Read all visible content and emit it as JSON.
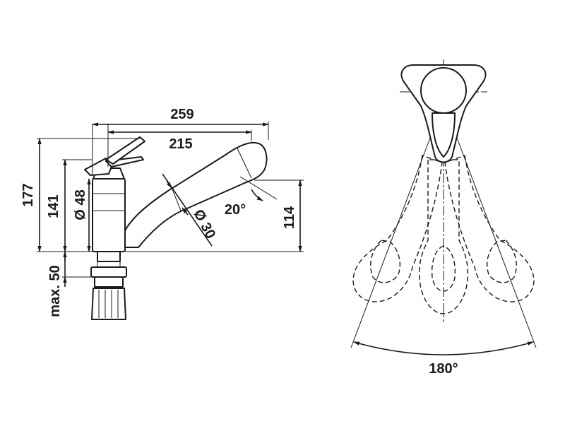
{
  "dimensions": {
    "total_length": "259",
    "spout_length": "215",
    "total_height": "177",
    "body_height": "141",
    "body_diameter": "Ø 48",
    "head_diameter": "Ø 30",
    "spout_angle": "20°",
    "spout_height": "114",
    "max_deck": "max. 50",
    "swivel_angle": "180°"
  }
}
